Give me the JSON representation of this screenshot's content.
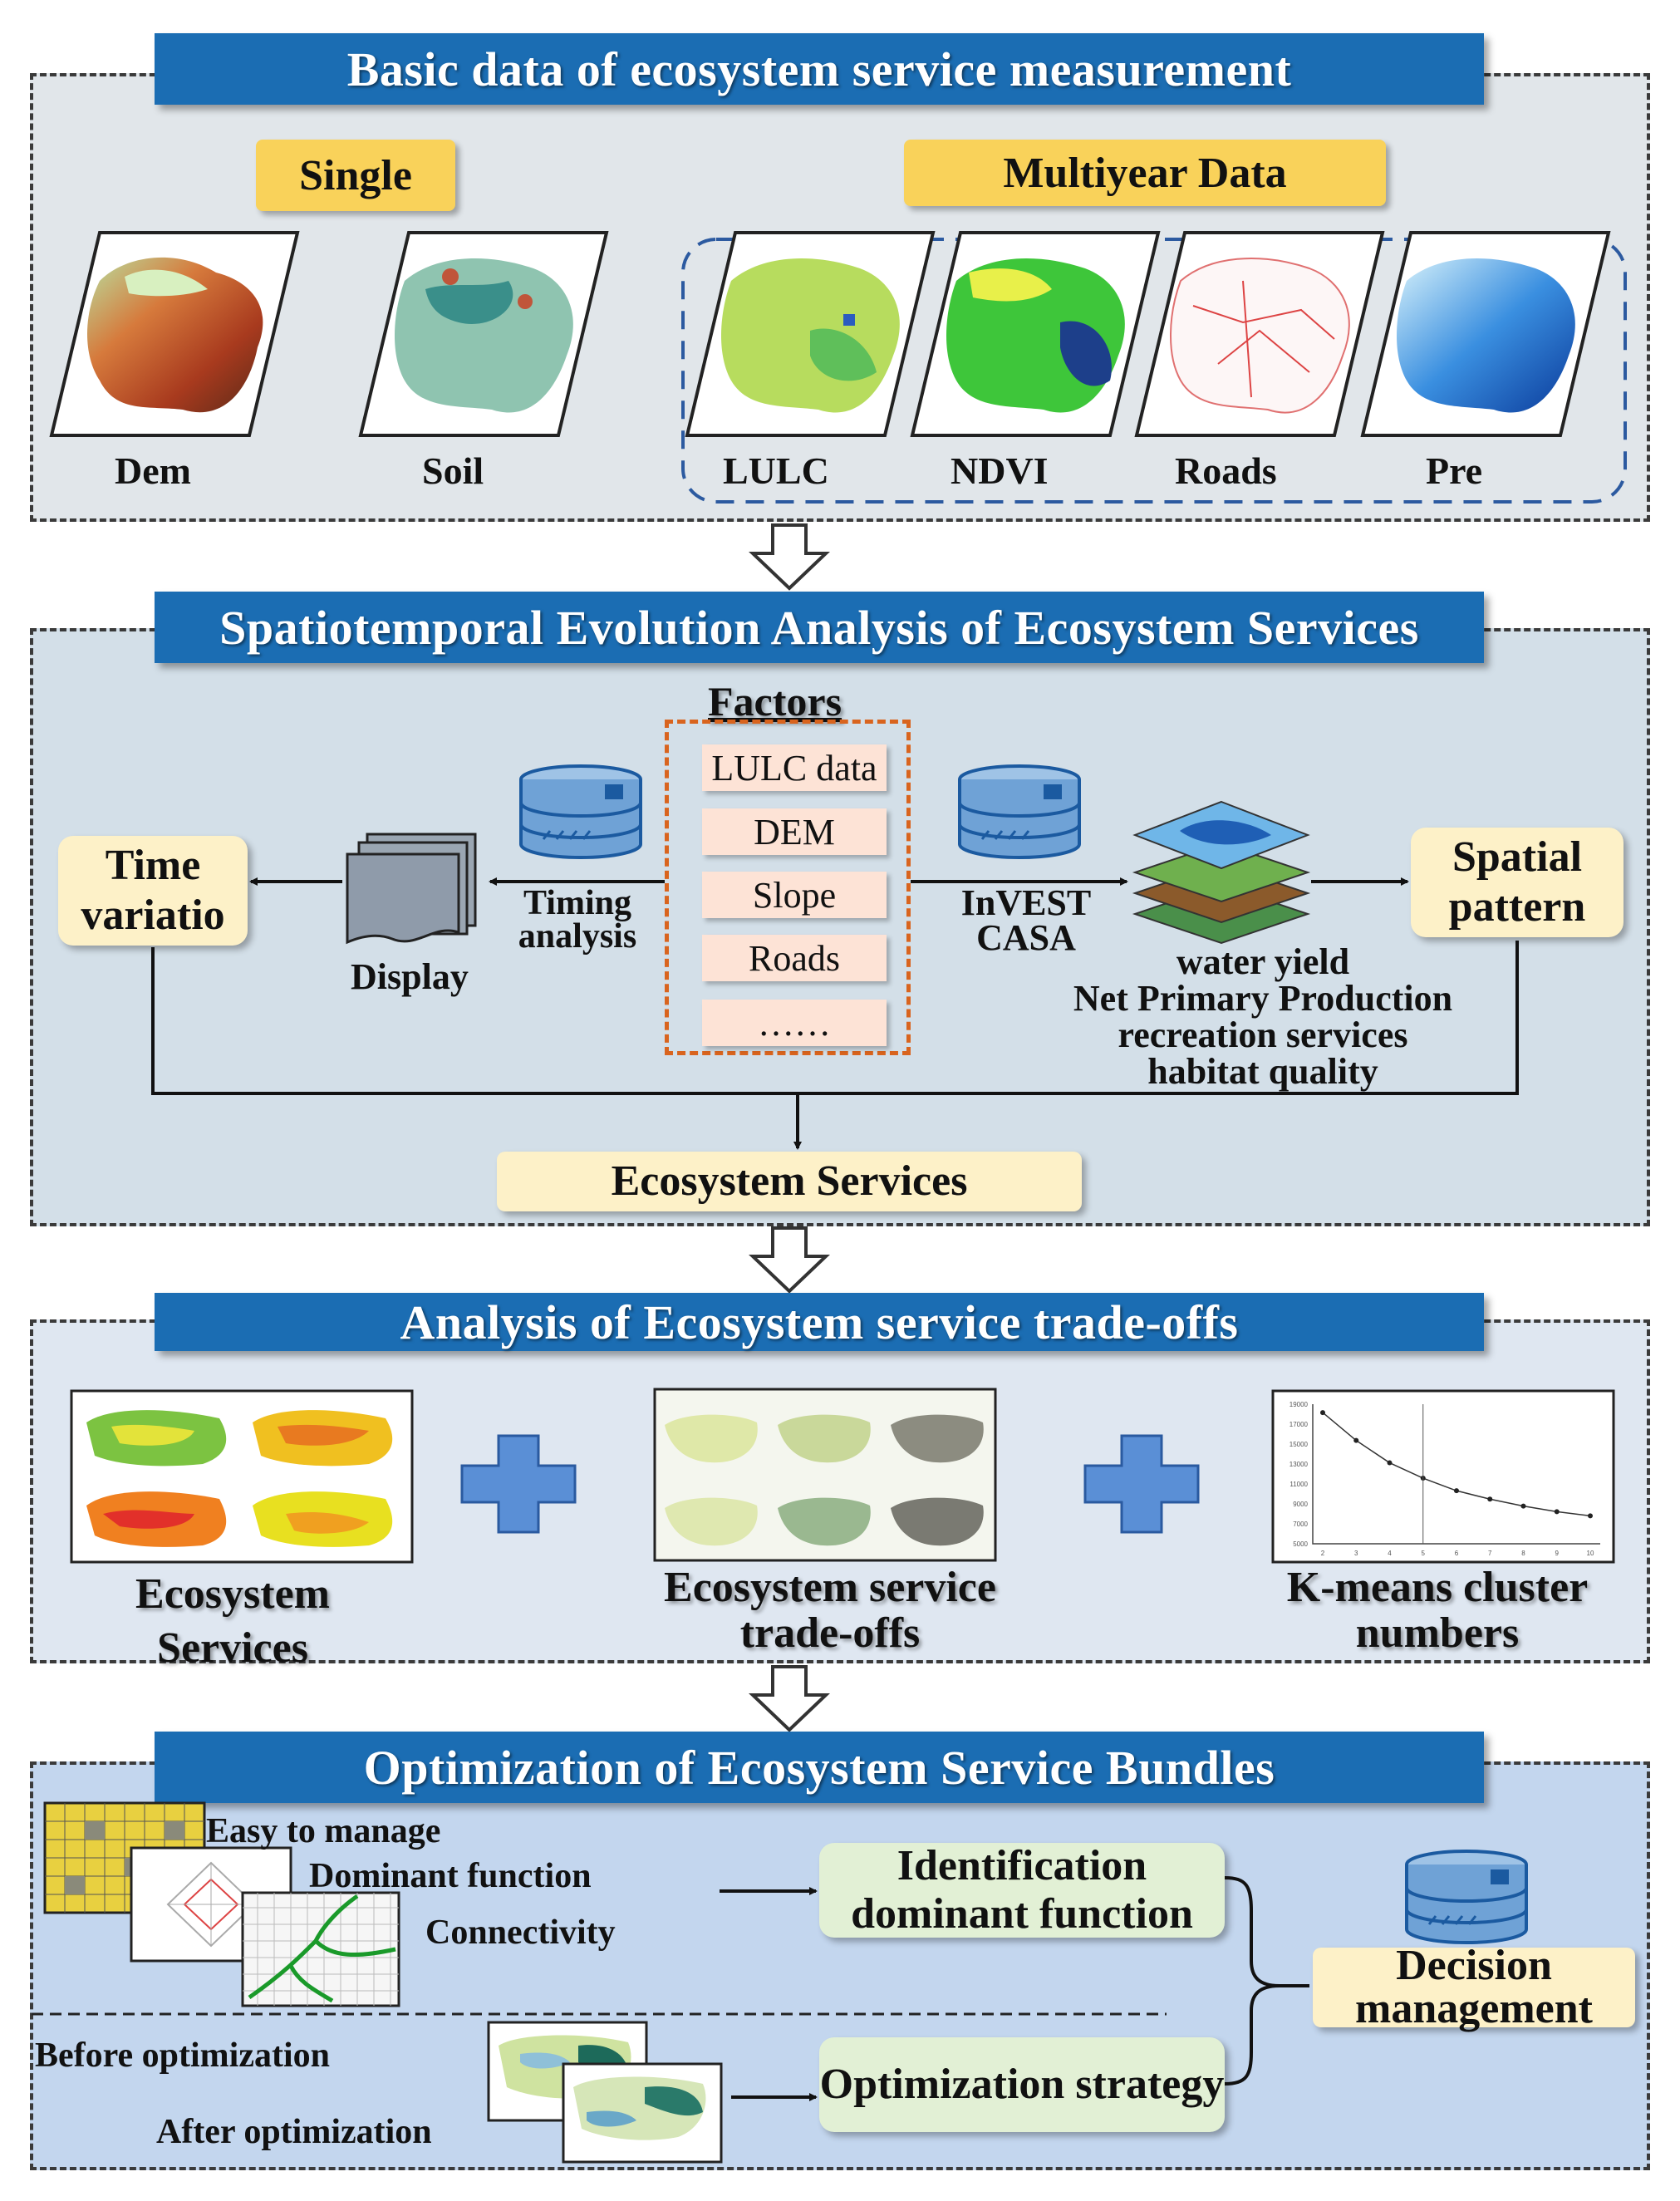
{
  "sections": {
    "basic": {
      "title": "Basic data of ecosystem service measurement",
      "single_label": "Single",
      "multiyear_label": "Multiyear Data",
      "single_maps": [
        "Dem",
        "Soil"
      ],
      "multiyear_maps": [
        "LULC",
        "NDVI",
        "Roads",
        "Pre"
      ]
    },
    "spatiotemporal": {
      "title": "Spatiotemporal Evolution Analysis of Ecosystem Services",
      "factors_heading": "Factors",
      "factors": [
        "LULC data",
        "DEM",
        "Slope",
        "Roads",
        "……"
      ],
      "time_box": "Time variatio",
      "display_label": "Display",
      "timing_label": "Timing analysis",
      "invest_label": "InVEST CASA",
      "spatial_box": "Spatial pattern",
      "services_list": [
        "water yield",
        "Net Primary Production",
        "recreation services",
        "habitat quality"
      ],
      "ecosystem_services_box": "Ecosystem Services"
    },
    "tradeoffs": {
      "title": "Analysis of Ecosystem service trade-offs",
      "items": [
        "Ecosystem Services",
        "Ecosystem service trade-offs",
        "K-means cluster numbers"
      ],
      "kmeans_chart": {
        "y_ticks": [
          "19000",
          "17000",
          "15000",
          "13000",
          "11000",
          "9000",
          "7000",
          "5000"
        ],
        "x_ticks": [
          "2",
          "3",
          "4",
          "5",
          "6",
          "7",
          "8",
          "9",
          "10"
        ]
      }
    },
    "optimization": {
      "title": "Optimization of Ecosystem Service Bundles",
      "criteria": [
        "Easy to manage",
        "Dominant function",
        "Connectivity"
      ],
      "identification_box": "Identification dominant function",
      "before_label": "Before optimization",
      "after_label": "After optimization",
      "strategy_box": "Optimization strategy",
      "decision_box": "Decision management"
    }
  },
  "colors": {
    "banner": "#1b6db3",
    "yellow_label": "#f9d25a",
    "cream_box": "#fdf1c8",
    "green_box": "#e2f0d5",
    "factor_box": "#fde3d6",
    "factor_border": "#d9641e"
  },
  "icons": [
    "database-icon",
    "document-stack-icon",
    "map-layers-icon",
    "plus-icon",
    "hollow-down-arrow-icon"
  ]
}
